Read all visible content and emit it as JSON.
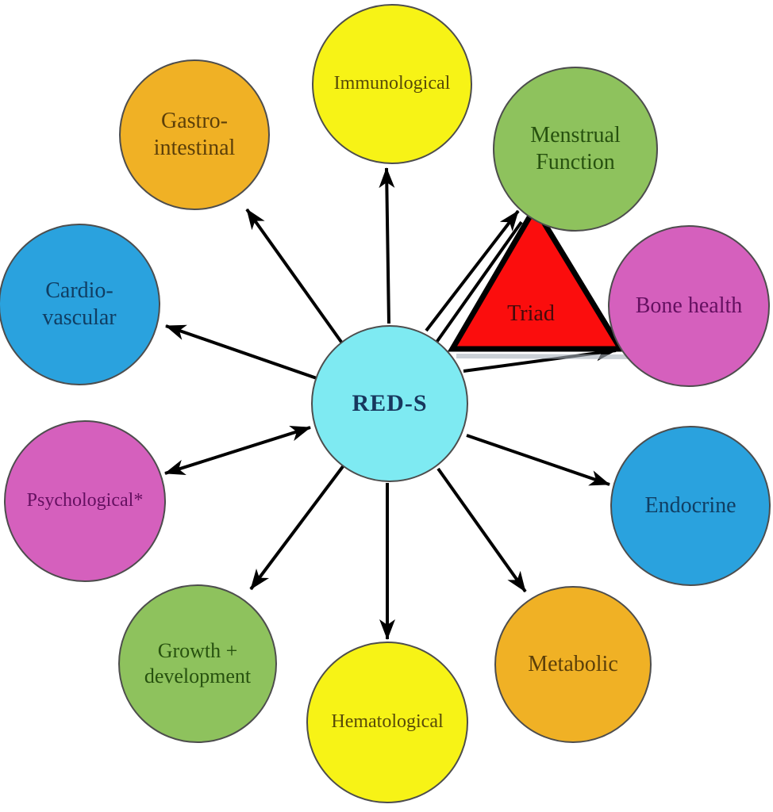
{
  "diagram": {
    "center": {
      "id": "red-s",
      "label": "RED-S",
      "fill": "#7eeaf2",
      "text_color": "#17375e"
    },
    "triad": {
      "label": "Triad",
      "fill": "#fb0d0d",
      "border_color": "#000000",
      "text_color": "#420a0a"
    },
    "nodes": [
      {
        "id": "immunological",
        "label": "Immunological",
        "fill": "#f7f316",
        "text_color": "#574a08"
      },
      {
        "id": "menstrual-function",
        "label": "Menstrual\nFunction",
        "fill": "#8ec25d",
        "text_color": "#27510f"
      },
      {
        "id": "bone-health",
        "label": "Bone health",
        "fill": "#d560bd",
        "text_color": "#641060"
      },
      {
        "id": "endocrine",
        "label": "Endocrine",
        "fill": "#2aa2de",
        "text_color": "#103e63"
      },
      {
        "id": "metabolic",
        "label": "Metabolic",
        "fill": "#f0b125",
        "text_color": "#5c3f09"
      },
      {
        "id": "hematological",
        "label": "Hematological",
        "fill": "#f7f316",
        "text_color": "#574a08"
      },
      {
        "id": "growth-development",
        "label": "Growth +\ndevelopment",
        "fill": "#8ec25d",
        "text_color": "#27510f"
      },
      {
        "id": "psychological",
        "label": "Psychological*",
        "fill": "#d560bd",
        "text_color": "#641060"
      },
      {
        "id": "cardiovascular",
        "label": "Cardio-\nvascular",
        "fill": "#2aa2de",
        "text_color": "#103e63"
      },
      {
        "id": "gastrointestinal",
        "label": "Gastro-\nintestinal",
        "fill": "#f0b125",
        "text_color": "#5c3f09"
      }
    ],
    "edges": [
      {
        "from": "RED-S",
        "to": "Immunological",
        "style": "single-arrow"
      },
      {
        "from": "RED-S",
        "to": "Menstrual Function",
        "style": "double-line-single-arrow"
      },
      {
        "from": "RED-S",
        "to": "Bone health",
        "style": "single-arrow-behind-triad"
      },
      {
        "from": "RED-S",
        "to": "Endocrine",
        "style": "single-arrow"
      },
      {
        "from": "RED-S",
        "to": "Metabolic",
        "style": "single-arrow"
      },
      {
        "from": "RED-S",
        "to": "Hematological",
        "style": "single-arrow"
      },
      {
        "from": "RED-S",
        "to": "Growth + development",
        "style": "single-arrow"
      },
      {
        "from": "RED-S",
        "to": "Psychological*",
        "style": "double-headed-arrow"
      },
      {
        "from": "RED-S",
        "to": "Cardio-vascular",
        "style": "single-arrow"
      },
      {
        "from": "RED-S",
        "to": "Gastro-intestinal",
        "style": "single-arrow"
      }
    ],
    "arrow_color": "#000000"
  }
}
